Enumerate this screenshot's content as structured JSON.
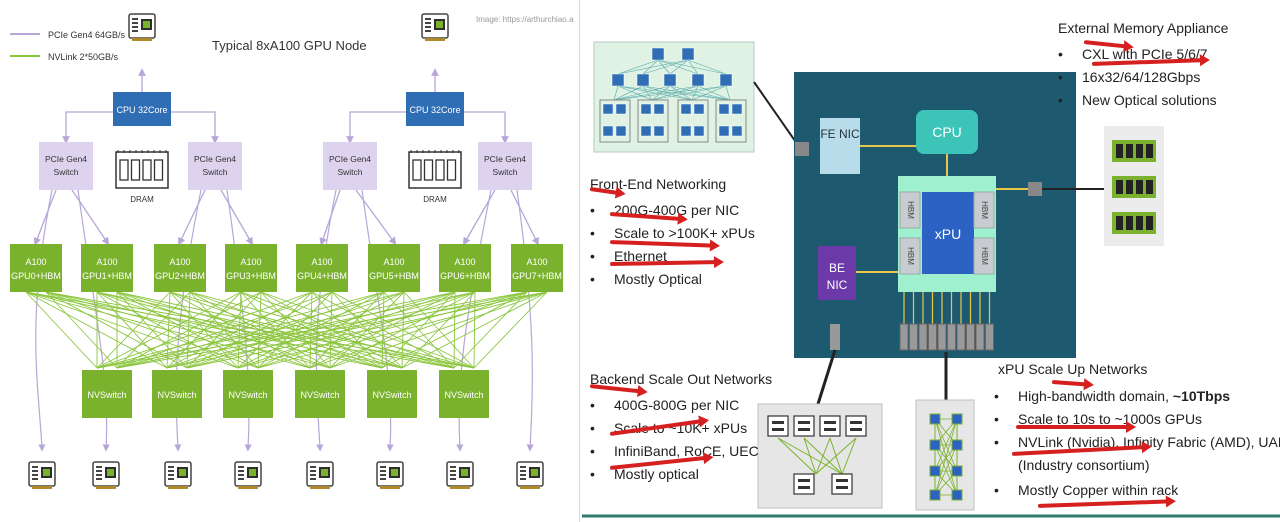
{
  "left_diagram": {
    "title": "Typical 8xA100 GPU Node",
    "source": "Image: https://arthurchiao.art",
    "legend": [
      {
        "label": "PCIe Gen4 64GB/s",
        "color": "#b7a6d8"
      },
      {
        "label": "NVLink 2*50GB/s",
        "color": "#8cc63f"
      }
    ],
    "cpus": [
      "CPU 32Core",
      "CPU 32Core"
    ],
    "dram_label": "DRAM",
    "switches": [
      "PCIe Gen4 Switch",
      "PCIe Gen4 Switch",
      "PCIe Gen4 Switch",
      "PCIe Gen4 Switch"
    ],
    "gpus": [
      {
        "line1": "A100",
        "line2": "GPU0+HBM"
      },
      {
        "line1": "A100",
        "line2": "GPU1+HBM"
      },
      {
        "line1": "A100",
        "line2": "GPU2+HBM"
      },
      {
        "line1": "A100",
        "line2": "GPU3+HBM"
      },
      {
        "line1": "A100",
        "line2": "GPU4+HBM"
      },
      {
        "line1": "A100",
        "line2": "GPU5+HBM"
      },
      {
        "line1": "A100",
        "line2": "GPU6+HBM"
      },
      {
        "line1": "A100",
        "line2": "GPU7+HBM"
      }
    ],
    "nvswitches": [
      "NVSwitch",
      "NVSwitch",
      "NVSwitch",
      "NVSwitch",
      "NVSwitch",
      "NVSwitch"
    ],
    "colors": {
      "cpu": "#2f6db5",
      "switch": "#ddd3ee",
      "gpu": "#7ab22e",
      "pcie": "#b7a6d8",
      "nvlink": "#8cc63f"
    }
  },
  "right_diagram": {
    "chip": {
      "fe_nic": "FE NIC",
      "be_nic": "BE NIC",
      "cpu": "CPU",
      "xpu": "xPU",
      "hbm": "HBM"
    },
    "front_end": {
      "title": "Front-End Networking",
      "items": [
        "200G-400G per NIC",
        "Scale to >100K+ xPUs",
        "Ethernet",
        "Mostly Optical"
      ]
    },
    "backend": {
      "title": "Backend Scale Out Networks",
      "items": [
        "400G-800G per NIC",
        "Scale to ~10K+ xPUs",
        "InfiniBand, RoCE, UEC",
        "Mostly optical"
      ]
    },
    "external_memory": {
      "title": "External Memory Appliance",
      "items": [
        "CXL with PCIe 5/6/7",
        "16x32/64/128Gbps",
        "New Optical solutions"
      ]
    },
    "scale_up": {
      "title": "xPU Scale Up Networks",
      "item1_prefix": "High-bandwidth domain, ",
      "item1_bold": "~10Tbps",
      "item2": "Scale to 10s to ~1000s GPUs",
      "item3a": "NVLink (Nvidia), Infinity Fabric (AMD), UALink",
      "item3b": "(Industry consortium)",
      "item4": "Mostly Copper within rack"
    },
    "colors": {
      "board": "#1d5a70",
      "nic": "#b9dcea",
      "cpu": "#3cc4b8",
      "xpu": "#2b62c4",
      "hbm": "#c8ccd0",
      "arrow": "#d62020"
    }
  }
}
